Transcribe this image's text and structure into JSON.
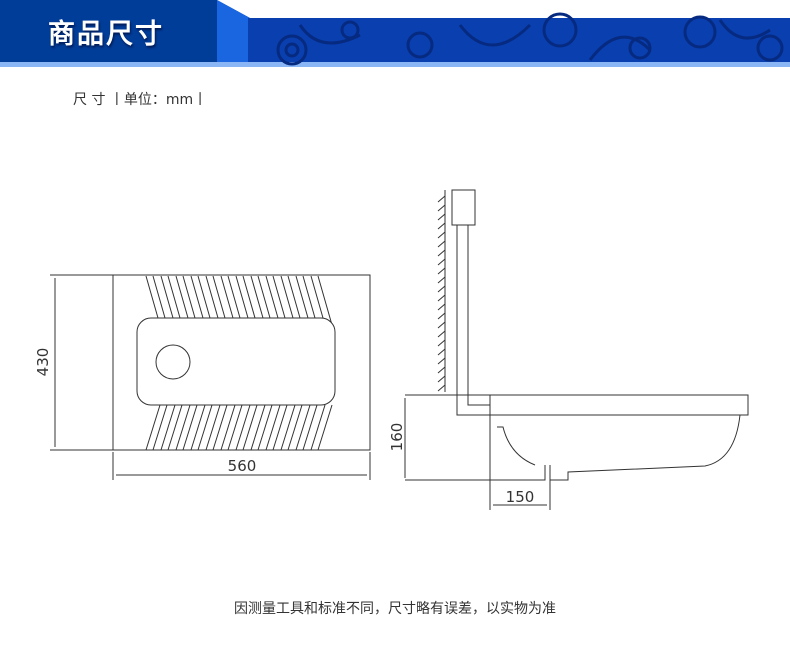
{
  "header": {
    "title": "商品尺寸",
    "bg_color": "#003d99",
    "accent_color": "#1a66e0",
    "strip_color": "#8ab6f5"
  },
  "unit_label": "尺 寸 丨单位：mm丨",
  "diagram": {
    "top_view": {
      "depth_label": "430",
      "width_label": "560"
    },
    "side_view": {
      "height_label": "160",
      "offset_label": "150"
    }
  },
  "note": "因测量工具和标准不同，尺寸略有误差，以实物为准"
}
